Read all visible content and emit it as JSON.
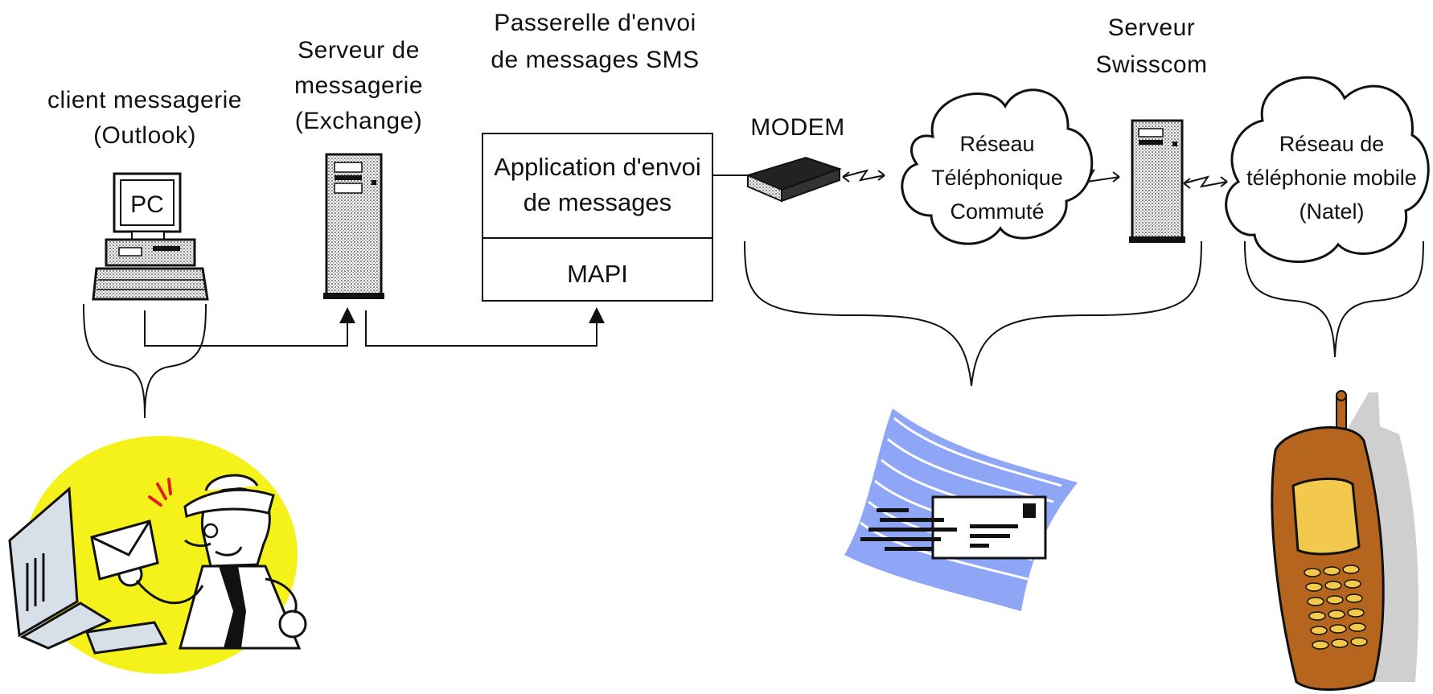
{
  "labels": {
    "client_line1": "client messagerie",
    "client_line2": "(Outlook)",
    "pc_screen": "PC",
    "server_line1": "Serveur de",
    "server_line2": "messagerie",
    "server_line3": "(Exchange)",
    "gateway_line1": "Passerelle d'envoi",
    "gateway_line2": "de messages SMS",
    "app_line1": "Application d'envoi",
    "app_line2": "de messages",
    "mapi": "MAPI",
    "modem": "MODEM",
    "pstn_line1": "Réseau",
    "pstn_line2": "Téléphonique",
    "pstn_line3": "Commuté",
    "swisscom_line1": "Serveur",
    "swisscom_line2": "Swisscom",
    "mobile_line1": "Réseau de",
    "mobile_line2": "téléphonie mobile",
    "mobile_line3": "(Natel)"
  },
  "icons": [
    "pc-computer-icon",
    "tower-server-icon",
    "modem-icon",
    "cloud-icon",
    "lightning-link-icon",
    "user-with-envelope-clipart",
    "flying-envelope-clipart",
    "mobile-phone-clipart"
  ],
  "colors": {
    "line": "#111111",
    "clipart_yellow": "#f4f21a",
    "envelope_blue": "#8ea6f5",
    "phone_brown": "#b5651d",
    "phone_screen": "#f2c94c",
    "shadow_gray": "#cfcfcf"
  }
}
